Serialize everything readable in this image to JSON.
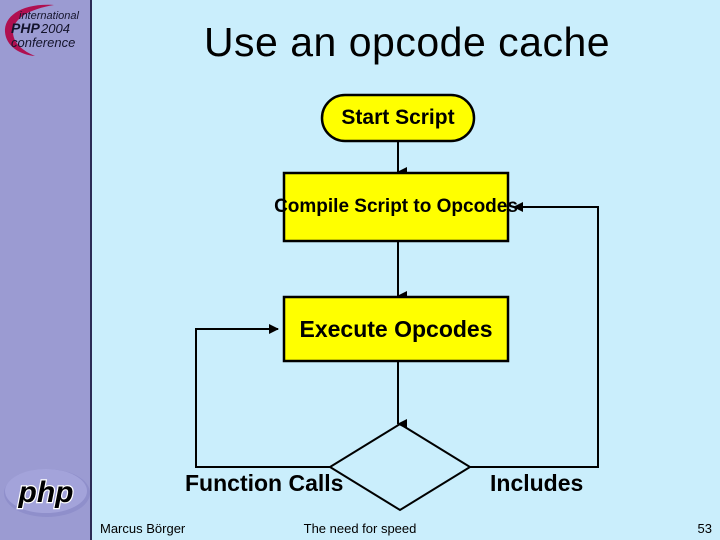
{
  "slide": {
    "title": "Use an opcode cache",
    "background_color": "#caeefc",
    "band_color": "#9b9bd2"
  },
  "conference_logo": {
    "line1": "international",
    "line2_brand": "PHP",
    "line2_year": "2004",
    "line3": "conference",
    "swoosh_color": "#b01050"
  },
  "php_logo": {
    "text": "php",
    "ellipse_color": "#9a9ad4"
  },
  "flowchart": {
    "node_fill": "#ffff00",
    "node_stroke": "#000000",
    "nodes": [
      {
        "id": "start",
        "label": "Start Script",
        "shape": "stadium"
      },
      {
        "id": "compile",
        "label": "Compile Script to Opcodes",
        "shape": "rect"
      },
      {
        "id": "execute",
        "label": "Execute Opcodes",
        "shape": "rect"
      },
      {
        "id": "decision",
        "label": "",
        "shape": "diamond"
      }
    ],
    "edge_labels": {
      "left": "Function Calls",
      "right": "Includes"
    }
  },
  "footer": {
    "author": "Marcus Börger",
    "center": "The need for speed",
    "page": "53"
  }
}
